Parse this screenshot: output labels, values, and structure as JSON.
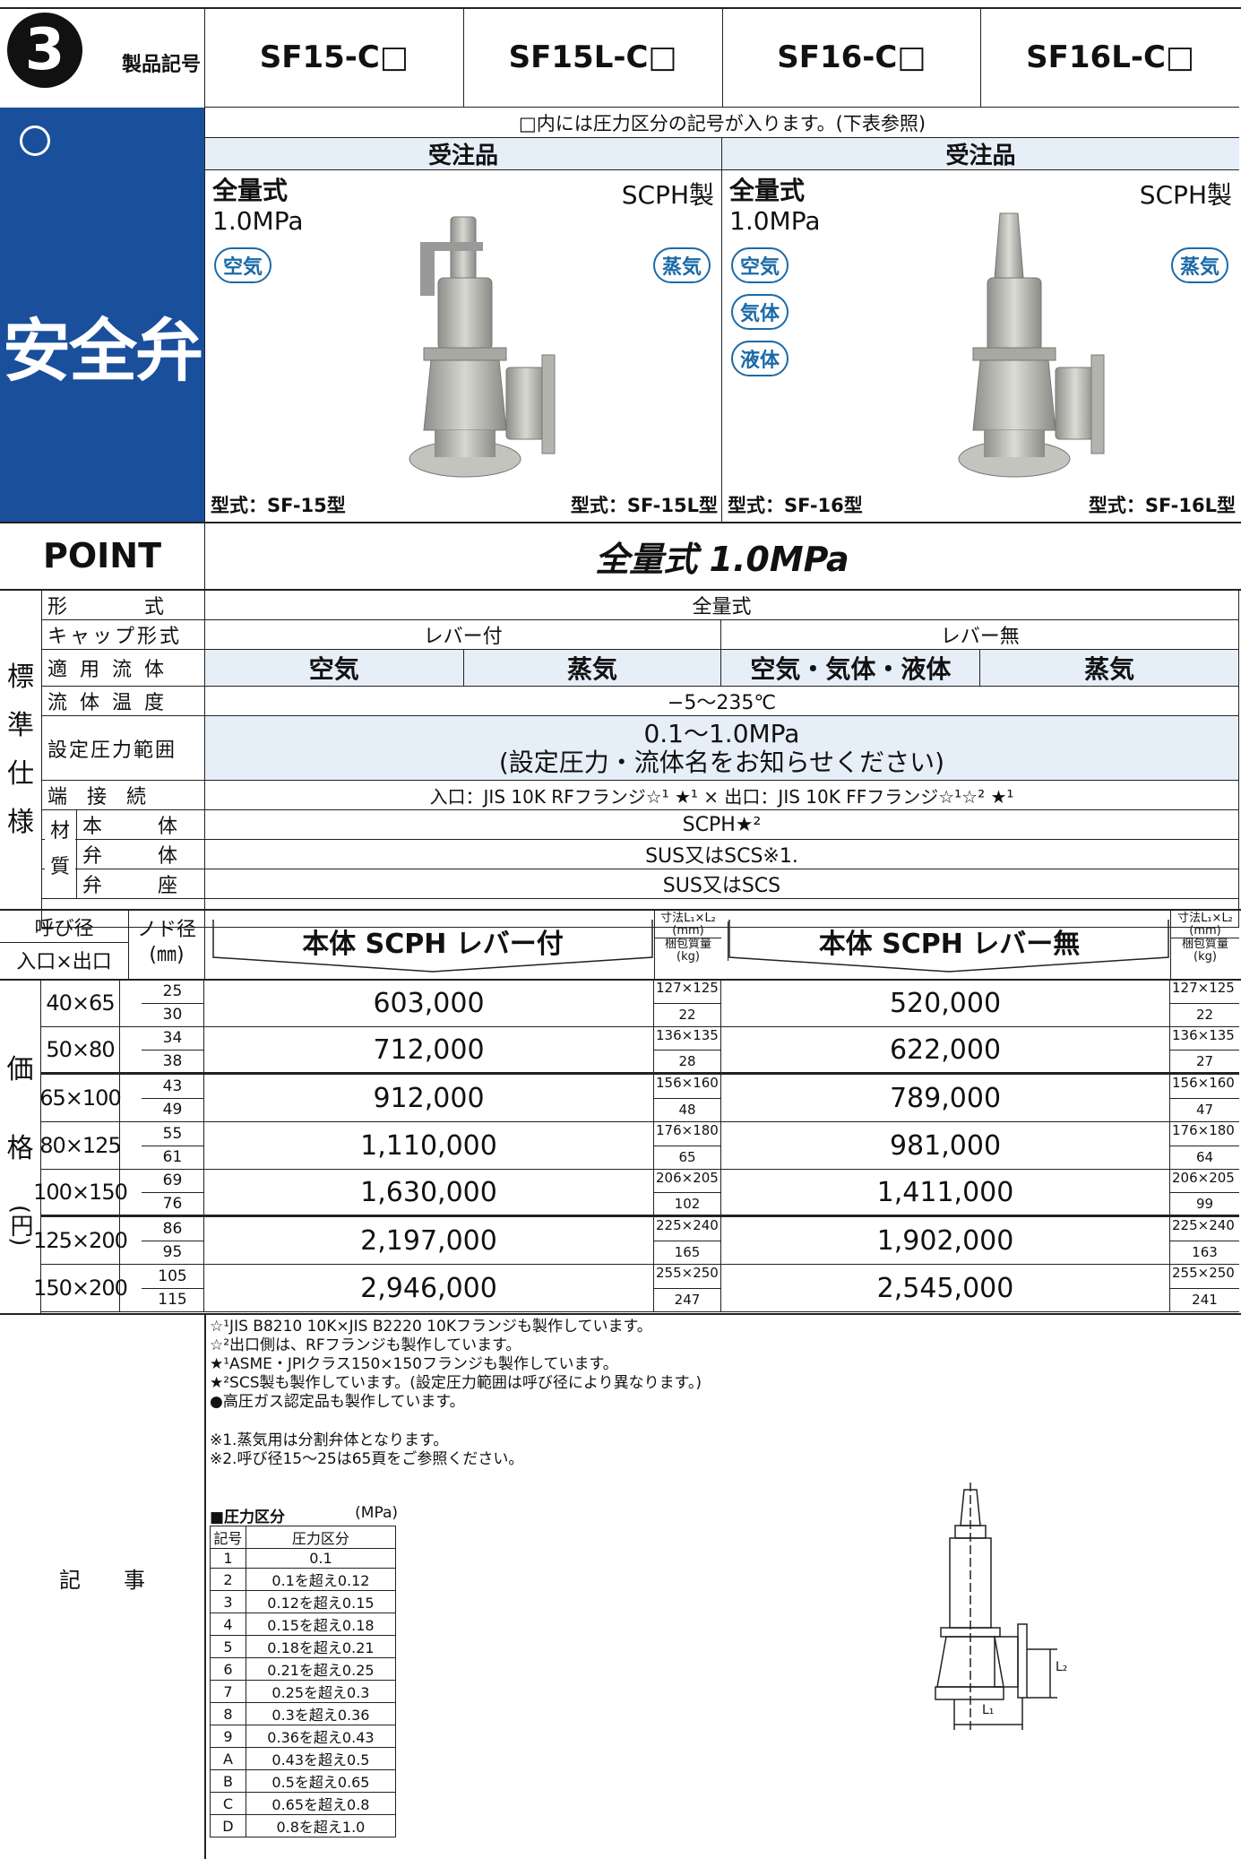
{
  "header": {
    "number": "3",
    "label": "製品記号",
    "models": [
      "SF15-C□",
      "SF15L-C□",
      "SF16-C□",
      "SF16L-C□"
    ],
    "note": "□内には圧力区分の記号が入ります。(下表参照)",
    "order_left": "受注品",
    "order_right": "受注品"
  },
  "side": {
    "title": "安全弁",
    "point": "POINT"
  },
  "products": [
    {
      "type": "全量式",
      "pressure": "1.0MPa",
      "material": "SCPH製",
      "fluids_left": [
        "空気"
      ],
      "fluids_right": [
        "蒸気"
      ],
      "model_a": "型式：SF-15型",
      "model_b": "型式：SF-15L型"
    },
    {
      "type": "全量式",
      "pressure": "1.0MPa",
      "material": "SCPH製",
      "fluids_left": [
        "空気",
        "気体",
        "液体"
      ],
      "fluids_right": [
        "蒸気"
      ],
      "model_a": "型式：SF-16型",
      "model_b": "型式：SF-16L型"
    }
  ],
  "point_text": "全量式 1.0MPa",
  "spec": {
    "group_label": [
      "標",
      "準",
      "仕",
      "様"
    ],
    "material_label": [
      "材",
      "質"
    ],
    "rows": {
      "form": {
        "label": "形　　式",
        "value": "全量式"
      },
      "cap": {
        "label": "キャップ形式",
        "left": "レバー付",
        "right": "レバー無"
      },
      "fluid": {
        "label": "適用流体",
        "values": [
          "空気",
          "蒸気",
          "空気・気体・液体",
          "蒸気"
        ]
      },
      "temp": {
        "label": "流体温度",
        "value": "−5〜235℃"
      },
      "range": {
        "label": "設定圧力範囲",
        "line1": "0.1〜1.0MPa",
        "line2": "(設定圧力・流体名をお知らせください)"
      },
      "conn": {
        "label": "端　接　続",
        "value": "入口：JIS 10K RFフランジ☆¹ ★¹ × 出口：JIS 10K FFフランジ☆¹☆² ★¹"
      },
      "body": {
        "label": "本　体",
        "value": "SCPH★²"
      },
      "disc": {
        "label": "弁　体",
        "value": "SUS又はSCS※1."
      },
      "seat": {
        "label": "弁　座",
        "value": "SUS又はSCS"
      }
    }
  },
  "price": {
    "side_label": [
      "価",
      "格",
      "(円)"
    ],
    "head_size": "呼び径",
    "head_inout": "入口×出口",
    "head_nozzle": "ノド径",
    "head_mm": "(㎜)",
    "head_left": "本体 SCPH レバー付",
    "head_right": "本体 SCPH レバー無",
    "head_dim": "寸法L₁×L₂",
    "head_dim_unit": "(mm)",
    "head_wt": "梱包質量",
    "head_wt_unit": "(kg)",
    "rows": [
      {
        "size": "40×65",
        "n1": "25",
        "n2": "30",
        "left": "603,000",
        "ldim": "127×125",
        "lwt": "22",
        "right": "520,000",
        "rdim": "127×125",
        "rwt": "22"
      },
      {
        "size": "50×80",
        "n1": "34",
        "n2": "38",
        "left": "712,000",
        "ldim": "136×135",
        "lwt": "28",
        "right": "622,000",
        "rdim": "136×135",
        "rwt": "27"
      },
      {
        "size": "65×100",
        "n1": "43",
        "n2": "49",
        "left": "912,000",
        "ldim": "156×160",
        "lwt": "48",
        "right": "789,000",
        "rdim": "156×160",
        "rwt": "47"
      },
      {
        "size": "80×125",
        "n1": "55",
        "n2": "61",
        "left": "1,110,000",
        "ldim": "176×180",
        "lwt": "65",
        "right": "981,000",
        "rdim": "176×180",
        "rwt": "64"
      },
      {
        "size": "100×150",
        "n1": "69",
        "n2": "76",
        "left": "1,630,000",
        "ldim": "206×205",
        "lwt": "102",
        "right": "1,411,000",
        "rdim": "206×205",
        "rwt": "99"
      },
      {
        "size": "125×200",
        "n1": "86",
        "n2": "95",
        "left": "2,197,000",
        "ldim": "225×240",
        "lwt": "165",
        "right": "1,902,000",
        "rdim": "225×240",
        "rwt": "163"
      },
      {
        "size": "150×200",
        "n1": "105",
        "n2": "115",
        "left": "2,946,000",
        "ldim": "255×250",
        "lwt": "247",
        "right": "2,545,000",
        "rdim": "255×250",
        "rwt": "241"
      }
    ]
  },
  "notes": {
    "label": "記　　事",
    "lines": [
      "☆¹JIS B8210 10K×JIS B2220 10Kフランジも製作しています。",
      "☆²出口側は、RFフランジも製作しています。",
      "★¹ASME・JPIクラス150×150フランジも製作しています。",
      "★²SCS製も製作しています。(設定圧力範囲は呼び径により異なります。)",
      "●高圧ガス認定品も製作しています。"
    ],
    "refs": [
      "※1.蒸気用は分割弁体となります。",
      "※2.呼び径15〜25は65頁をご参照ください。"
    ],
    "ptable_title": "■圧力区分",
    "ptable_unit": "(MPa)",
    "ptable_head": [
      "記号",
      "圧力区分"
    ],
    "ptable": [
      [
        "1",
        "0.1"
      ],
      [
        "2",
        "0.1を超え0.12"
      ],
      [
        "3",
        "0.12を超え0.15"
      ],
      [
        "4",
        "0.15を超え0.18"
      ],
      [
        "5",
        "0.18を超え0.21"
      ],
      [
        "6",
        "0.21を超え0.25"
      ],
      [
        "7",
        "0.25を超え0.3"
      ],
      [
        "8",
        "0.3を超え0.36"
      ],
      [
        "9",
        "0.36を超え0.43"
      ],
      [
        "A",
        "0.43を超え0.5"
      ],
      [
        "B",
        "0.5を超え0.65"
      ],
      [
        "C",
        "0.65を超え0.8"
      ],
      [
        "D",
        "0.8を超え1.0"
      ]
    ],
    "diagram_l1": "L₁",
    "diagram_l2": "L₂"
  },
  "colors": {
    "brand_blue": "#1a4f9c",
    "pill_blue": "#1a6aa8",
    "band": "#e6eef8"
  }
}
